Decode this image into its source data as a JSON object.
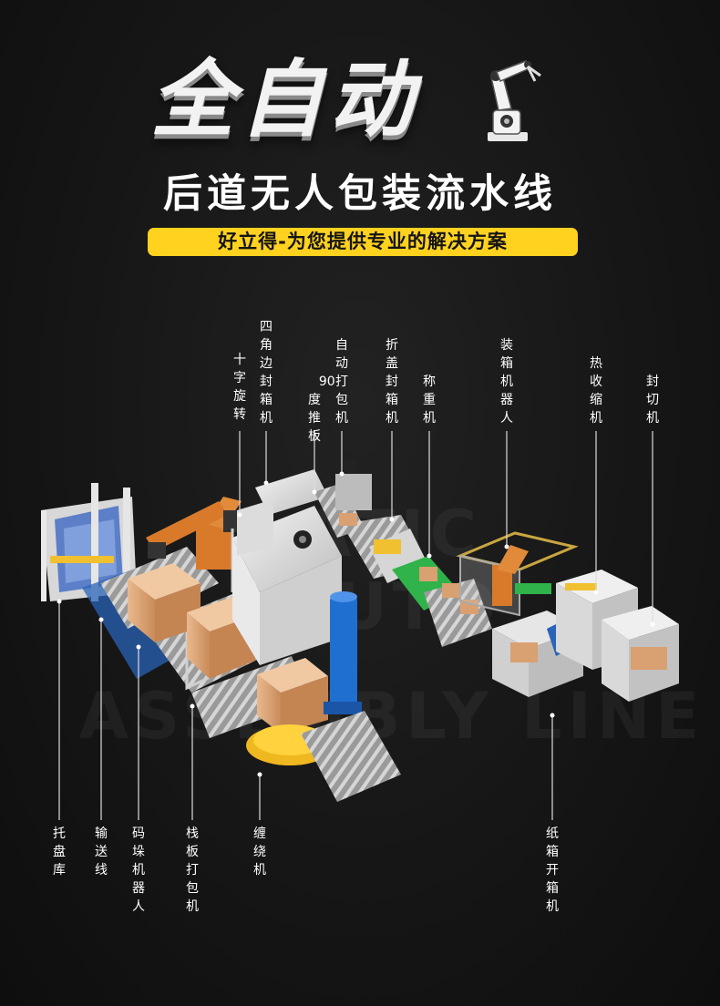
{
  "header": {
    "main_title": "全自动",
    "subtitle": "后道无人包装流水线",
    "banner": "好立得-为您提供专业的解决方案"
  },
  "watermark": {
    "line1": "ATIC",
    "line2": "AUTO",
    "line3": "ASSEMBLY LINE"
  },
  "labels": {
    "cross_rotate": "十字旋转",
    "four_corner_sealer": "四角边封箱机",
    "push_plate_90": "90度推板",
    "auto_strapping": "自动打包机",
    "fold_cover_sealer": "折盖封箱机",
    "weigher": "称重机",
    "packing_robot": "装箱机器人",
    "heat_shrink": "热收缩机",
    "sealing_cutter": "封切机",
    "pallet_magazine": "托盘库",
    "conveyor": "输送线",
    "palletizing_robot": "码垛机器人",
    "pallet_strapping": "栈板打包机",
    "wrapping_machine": "缠绕机",
    "carton_erector": "纸箱开箱机"
  },
  "colors": {
    "accent": "#ffd21f",
    "robot_orange": "#d97a2b",
    "blue": "#1f6fd1",
    "green": "#2fb34a",
    "carton": "#d9a071"
  }
}
